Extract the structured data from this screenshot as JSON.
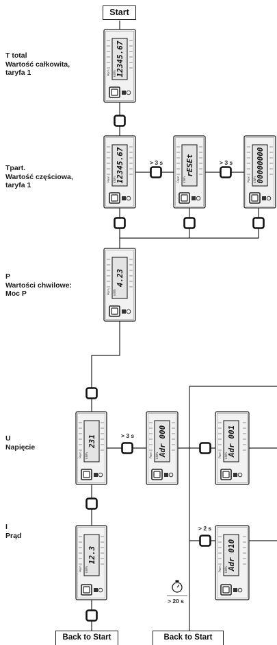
{
  "start_label": "Start",
  "back_to_start_label": "Back to Start",
  "states": [
    {
      "id": "t-total",
      "title": "T total",
      "lines": [
        "Wartość całkowita,",
        "taryfa 1"
      ],
      "display": "12345.67"
    },
    {
      "id": "t-part",
      "title": "Tpart.",
      "lines": [
        "Wartość częściowa,",
        "taryfa 1"
      ],
      "display": "12345.67"
    },
    {
      "id": "p",
      "title": "P",
      "lines": [
        "Wartości chwilowe:",
        "Moc P"
      ],
      "display": "4.23"
    },
    {
      "id": "u",
      "title": "U",
      "lines": [
        "Napięcie"
      ],
      "display": "231"
    },
    {
      "id": "i",
      "title": "I",
      "lines": [
        "Prąd"
      ],
      "display": "12.3"
    }
  ],
  "reset_displays": [
    "rESEt",
    "00000000"
  ],
  "address_displays": [
    "Adr 000",
    "Adr 001",
    "Adr 010"
  ],
  "hold_times": {
    "reset": "> 3 s",
    "address_enter": "> 3 s",
    "address_change": "> 2 s",
    "timeout": "> 20 s"
  },
  "display_unit": "kWh",
  "meter_tag": "Pom"
}
